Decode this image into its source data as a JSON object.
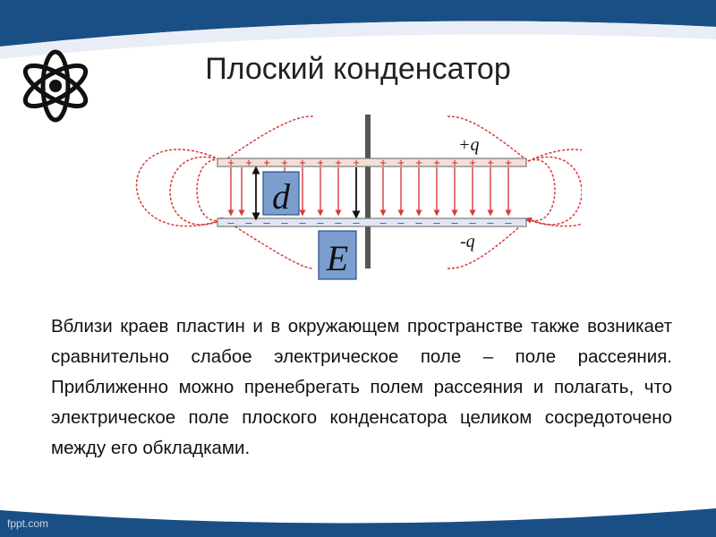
{
  "slide": {
    "title": "Плоский конденсатор",
    "paragraph": "Вблизи краев пластин и в окружающем пространстве также возникает сравнительно слабое электрическое поле – поле рассеяния. Приближенно можно пренебрегать полем рассеяния и полагать, что электрическое поле плоского конденсатора целиком сосредоточено между его обкладками.",
    "footer": "fppt.com"
  },
  "diagram": {
    "plus_label": "+q",
    "minus_label": "-q",
    "d_label": "d",
    "e_label": "E",
    "plus_sign": "+",
    "minus_sign": "–",
    "colors": {
      "field": "#d83a3a",
      "plate": "#7a7a7a",
      "plus_charge": "#c82020",
      "minus_charge": "#2a55c8",
      "label_box": "#7c9ecf"
    }
  },
  "icons": {
    "logo": "atom-icon"
  }
}
